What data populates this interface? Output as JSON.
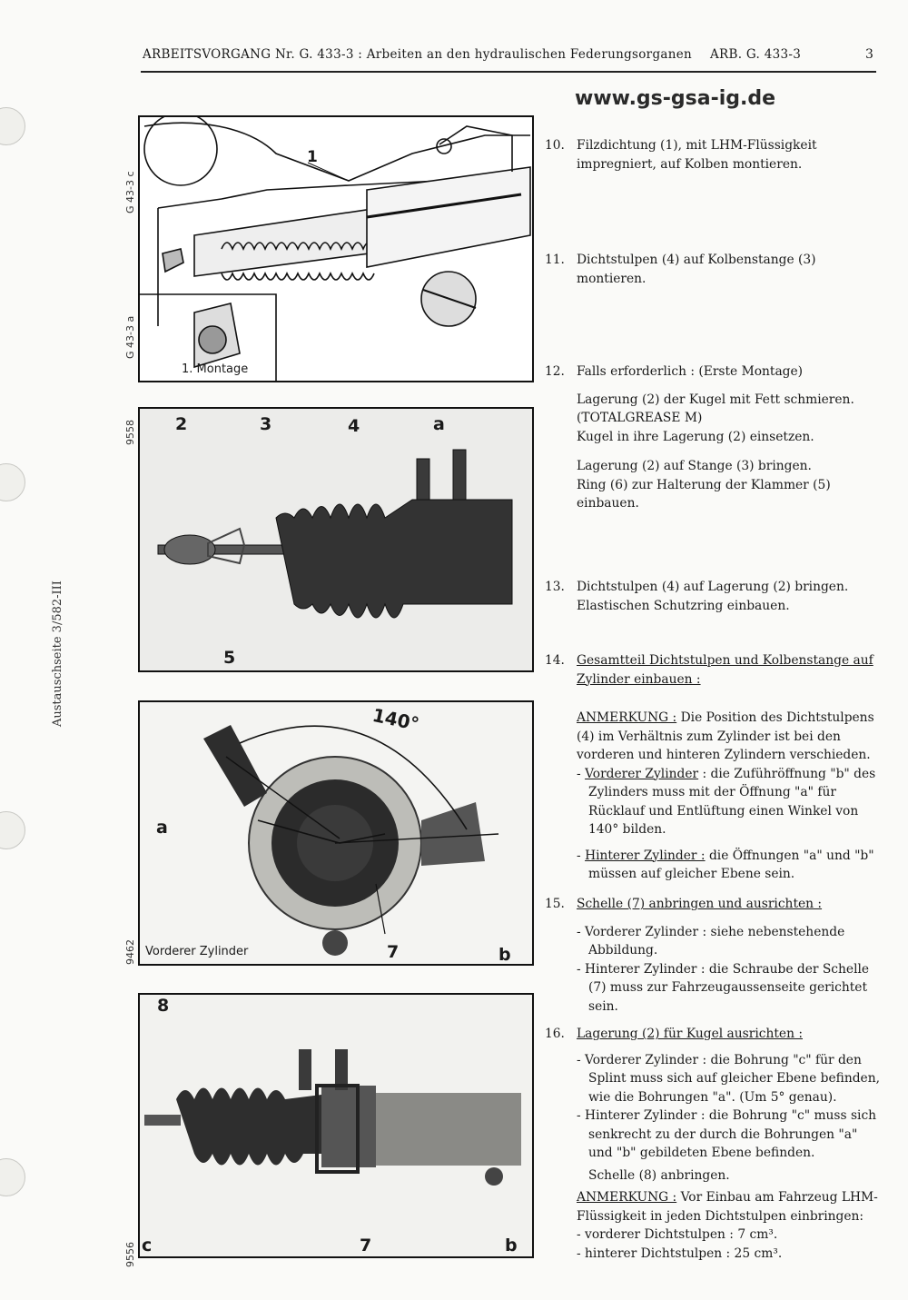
{
  "header": {
    "left": "ARBEITSVORGANG Nr. G. 433-3 : Arbeiten an den hydraulischen Federungsorganen",
    "right": "ARB. G. 433-3",
    "page": "3"
  },
  "watermark": "www.gs-gsa-ig.de",
  "side_note": "Austauschseite 3/582-III",
  "figures": {
    "fig1": {
      "code": "G 43-3 c",
      "code2": "G 43-3 a",
      "caption": "1. Montage",
      "label1": "1"
    },
    "fig2": {
      "code": "9558",
      "labels": {
        "l2": "2",
        "l3": "3",
        "l4": "4",
        "la": "a",
        "l5": "5"
      }
    },
    "fig3": {
      "code": "9462",
      "caption": "Vorderer Zylinder",
      "angle": "140°",
      "labels": {
        "la": "a",
        "lb": "b",
        "l7": "7"
      }
    },
    "fig4": {
      "code": "9556",
      "labels": {
        "l8": "8",
        "lc": "c",
        "l7": "7",
        "lb": "b"
      }
    }
  },
  "steps": {
    "s10": {
      "num": "10.",
      "text": "Filzdichtung (1), mit LHM-Flüssigkeit impregniert, auf Kolben montieren."
    },
    "s11": {
      "num": "11.",
      "text": "Dichtstulpen (4) auf Kolbenstange (3) montieren."
    },
    "s12": {
      "num": "12.",
      "l1": "Falls erforderlich : (Erste Montage)",
      "l2": "Lagerung (2) der Kugel mit Fett schmieren. (TOTALGREASE M)",
      "l3": "Kugel in ihre Lagerung (2) einsetzen.",
      "l4": "Lagerung (2) auf Stange (3) bringen.",
      "l5": "Ring (6) zur Halterung der Klammer (5) einbauen."
    },
    "s13": {
      "num": "13.",
      "l1": "Dichtstulpen (4) auf Lagerung (2) bringen.",
      "l2": "Elastischen Schutzring einbauen."
    },
    "s14": {
      "num": "14.",
      "title": "Gesamtteil Dichtstulpen und Kolbenstange auf Zylinder einbauen :",
      "note_label": "ANMERKUNG :",
      "note_text": " Die Position des Dichtstulpens (4) im Verhältnis zum Zylinder ist bei den vorderen und hinteren Zylindern verschieden.",
      "front_label": "Vorderer Zylinder",
      "front_text": " : die Zuführöffnung \"b\" des Zylinders muss mit der Öffnung \"a\" für Rücklauf und Entlüftung einen Winkel von 140° bilden.",
      "rear_label": "Hinterer Zylinder :",
      "rear_text": " die Öffnungen \"a\" und \"b\" müssen auf gleicher Ebene sein."
    },
    "s15": {
      "num": "15.",
      "title": "Schelle (7) anbringen und ausrichten :",
      "l1": "- Vorderer Zylinder : siehe nebenstehende Abbildung.",
      "l2": "- Hinterer Zylinder : die Schraube der Schelle (7) muss zur Fahrzeugaussenseite gerichtet sein."
    },
    "s16": {
      "num": "16.",
      "title": "Lagerung (2) für Kugel ausrichten :",
      "l1": "- Vorderer Zylinder : die Bohrung \"c\" für den Splint muss sich auf gleicher Ebene befinden, wie die Bohrungen \"a\". (Um 5° genau).",
      "l2": "- Hinterer Zylinder : die Bohrung \"c\" muss sich senkrecht zu der durch die Bohrungen \"a\" und \"b\" gebildeten Ebene befinden.",
      "l3": "Schelle (8) anbringen.",
      "note_label": "ANMERKUNG :",
      "note_text": " Vor Einbau am Fahrzeug LHM-Flüssigkeit in jeden Dichtstulpen einbringen:",
      "n1": "- vorderer Dichtstulpen : 7 cm³.",
      "n2": "- hinterer Dichtstulpen : 25 cm³."
    }
  }
}
